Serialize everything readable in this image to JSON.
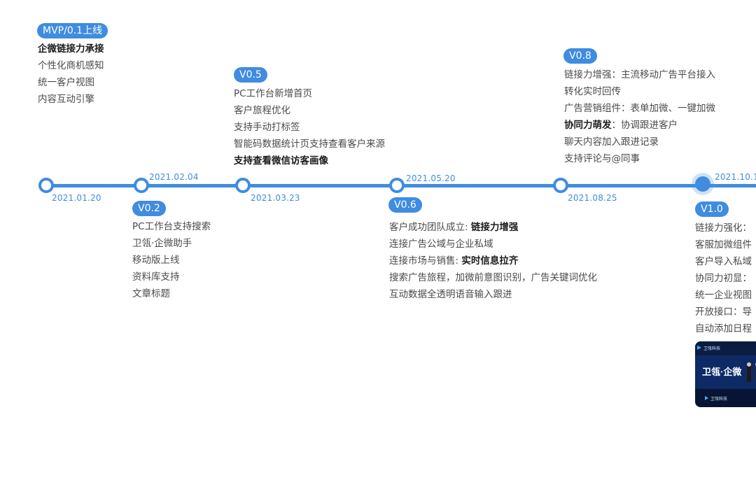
{
  "colors": {
    "accent": "#3f8ce0",
    "text": "#4a4a4a",
    "bold": "#1c1c1c"
  },
  "milestones": [
    {
      "date": "2021.01.20",
      "version": "MVP/0.1上线",
      "items": [
        {
          "bold": "企微链接力承接",
          "text": ""
        },
        {
          "bold": "",
          "text": "个性化商机感知"
        },
        {
          "bold": "",
          "text": "统一客户视图"
        },
        {
          "bold": "",
          "text": "内容互动引擎"
        }
      ]
    },
    {
      "date": "2021.02.04",
      "version": "V0.2",
      "items": [
        {
          "bold": "",
          "text": "PC工作台支持搜索"
        },
        {
          "bold": "",
          "text": "卫瓴·企微助手"
        },
        {
          "bold": "",
          "text": "移动版上线"
        },
        {
          "bold": "",
          "text": "资料库支持"
        },
        {
          "bold": "",
          "text": "文章标题"
        }
      ]
    },
    {
      "date": "2021.03.23",
      "version": "V0.5",
      "items": [
        {
          "bold": "",
          "text": "PC工作台新增首页"
        },
        {
          "bold": "",
          "text": "客户旅程优化"
        },
        {
          "bold": "",
          "text": "支持手动打标签"
        },
        {
          "bold": "",
          "text": "智能码数据统计页支持查看客户来源"
        },
        {
          "bold": "支持查看微信访客画像",
          "text": ""
        }
      ]
    },
    {
      "date": "2021.05.20",
      "version": "V0.6",
      "items": [
        {
          "text": "客户成功团队成立: ",
          "bold": "链接力增强"
        },
        {
          "text": "连接广告公域与企业私域",
          "bold": ""
        },
        {
          "text": "连接市场与销售: ",
          "bold": "实时信息拉齐"
        },
        {
          "text": "搜索广告旅程，加微前意图识别，广告关键词优化",
          "bold": ""
        },
        {
          "text": "互动数据全透明语音输入跟进",
          "bold": ""
        }
      ]
    },
    {
      "date": "2021.08.25",
      "version": "V0.8",
      "items": [
        {
          "bold": "",
          "text": "链接力增强：主流移动广告平台接入"
        },
        {
          "bold": "",
          "text": "转化实时回传"
        },
        {
          "bold": "",
          "text": "广告营销组件：表单加微、一键加微"
        },
        {
          "bold": "协同力萌发",
          "text": "：协调跟进客户"
        },
        {
          "bold": "",
          "text": "聊天内容加入跟进记录"
        },
        {
          "bold": "",
          "text": "支持评论与@同事"
        }
      ]
    },
    {
      "date": "2021.10.1",
      "version": "V1.0",
      "items": [
        {
          "bold": "",
          "text": "链接力强化："
        },
        {
          "bold": "",
          "text": "客服加微组件"
        },
        {
          "bold": "",
          "text": "客户导入私域"
        },
        {
          "bold": "",
          "text": "协同力初显："
        },
        {
          "bold": "",
          "text": "统一企业视图"
        },
        {
          "bold": "",
          "text": "开放接口：导"
        },
        {
          "bold": "",
          "text": "自动添加日程"
        }
      ]
    }
  ],
  "photo": {
    "logo_text": "卫瓴科技",
    "banner_text": "卫瓴·企微"
  }
}
